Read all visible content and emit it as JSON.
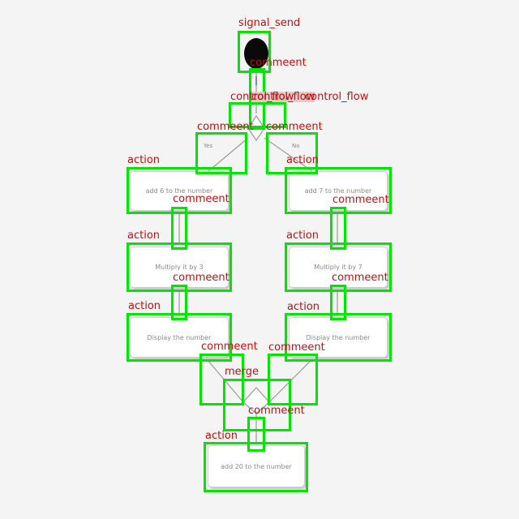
{
  "diagram": {
    "nodes": {
      "start": "",
      "guard_yes": "Yes",
      "guard_no": "No",
      "left_1": "add 6 to the number",
      "right_1": "add 7 to the number",
      "left_2": "Multiply it by 3",
      "right_2": "Multiply it by 7",
      "left_3": "Display the number",
      "right_3": "Display the number",
      "final": "add 20 to the number"
    }
  },
  "annotations": {
    "signal_send": "signal_send",
    "comment": "commeent",
    "control_flow": "control_flow",
    "action": "action",
    "merge": "merge"
  },
  "colors": {
    "box": "#00e600",
    "label": "#c01010",
    "label_highlight": "#e9c9c9"
  }
}
